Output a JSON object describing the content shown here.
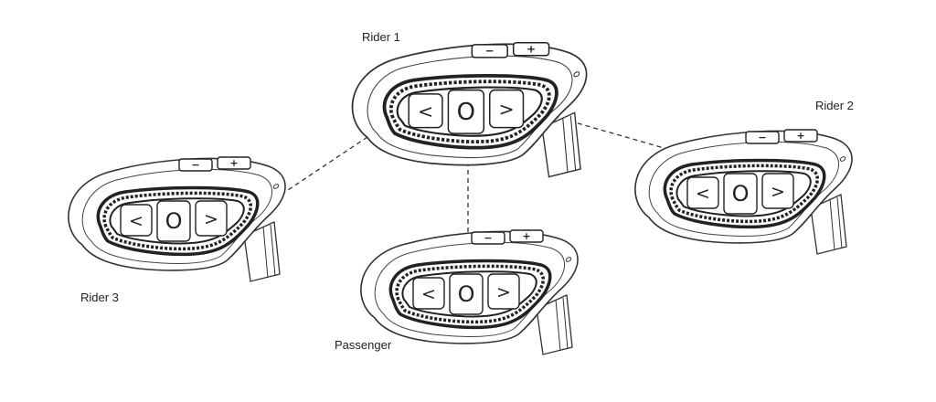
{
  "units": [
    {
      "id": "rider1",
      "label": "Rider 1"
    },
    {
      "id": "rider2",
      "label": "Rider 2"
    },
    {
      "id": "rider3",
      "label": "Rider 3"
    },
    {
      "id": "passenger",
      "label": "Passenger"
    }
  ],
  "buttons": {
    "minus": "−",
    "plus": "+",
    "prev": "<",
    "center": "O",
    "next": ">"
  },
  "links": [
    {
      "from": "rider1",
      "to": "rider3"
    },
    {
      "from": "rider1",
      "to": "rider2"
    },
    {
      "from": "rider1",
      "to": "passenger"
    }
  ]
}
